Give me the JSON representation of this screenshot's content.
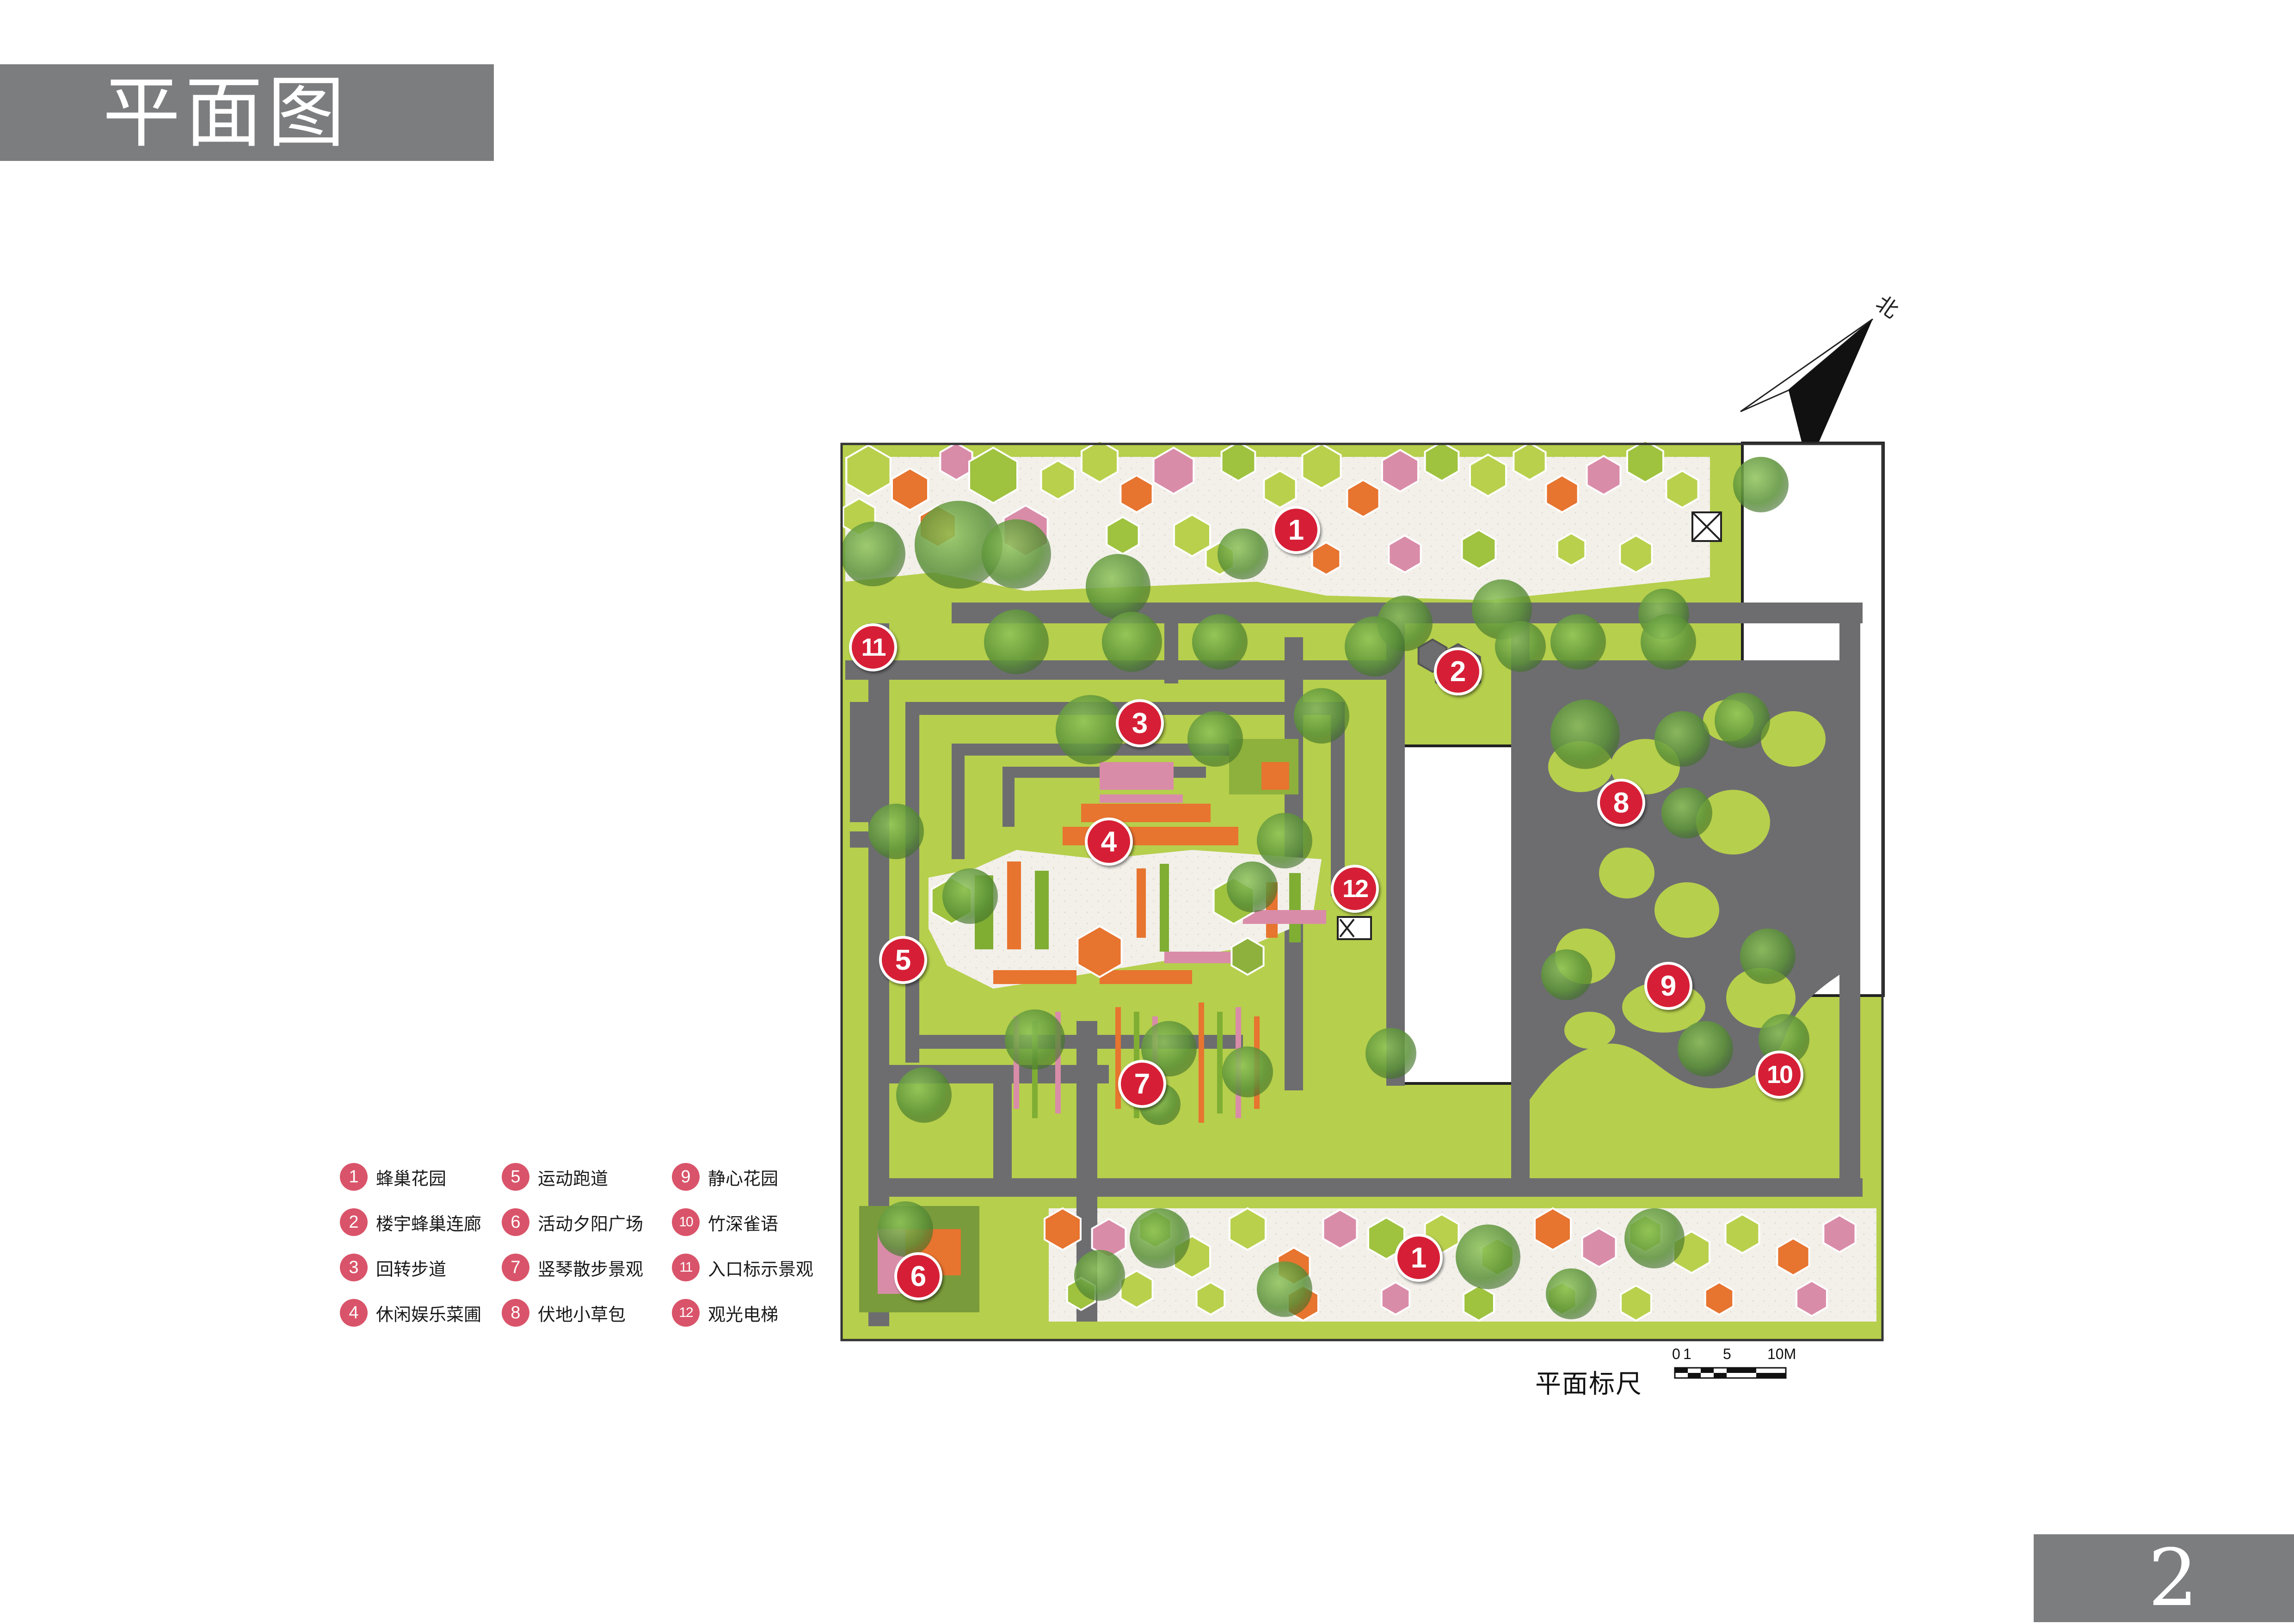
{
  "header": {
    "title": "平面图"
  },
  "page": {
    "number": "2"
  },
  "north": {
    "label": "北"
  },
  "markers": [
    {
      "id": "m1a",
      "label": "1"
    },
    {
      "id": "m1b",
      "label": "1"
    },
    {
      "id": "m2",
      "label": "2"
    },
    {
      "id": "m3",
      "label": "3"
    },
    {
      "id": "m4",
      "label": "4"
    },
    {
      "id": "m5",
      "label": "5"
    },
    {
      "id": "m6",
      "label": "6"
    },
    {
      "id": "m7",
      "label": "7"
    },
    {
      "id": "m8",
      "label": "8"
    },
    {
      "id": "m9",
      "label": "9"
    },
    {
      "id": "m10",
      "label": "10"
    },
    {
      "id": "m11",
      "label": "11"
    },
    {
      "id": "m12",
      "label": "12"
    }
  ],
  "legend": [
    {
      "num": "1",
      "label": "蜂巢花园"
    },
    {
      "num": "2",
      "label": "楼宇蜂巢连廊"
    },
    {
      "num": "3",
      "label": "回转步道"
    },
    {
      "num": "4",
      "label": "休闲娱乐菜圃"
    },
    {
      "num": "5",
      "label": "运动跑道"
    },
    {
      "num": "6",
      "label": "活动夕阳广场"
    },
    {
      "num": "7",
      "label": "竖琴散步景观"
    },
    {
      "num": "8",
      "label": "伏地小草包"
    },
    {
      "num": "9",
      "label": "静心花园"
    },
    {
      "num": "10",
      "label": "竹深雀语"
    },
    {
      "num": "11",
      "label": "入口标示景观"
    },
    {
      "num": "12",
      "label": "观光电梯"
    }
  ],
  "scale": {
    "label": "平面标尺",
    "ticks": [
      "0",
      "1",
      "5",
      "10M"
    ]
  },
  "colors": {
    "path": "#6f6f72",
    "lawn": "#b9d04d",
    "tree": "#5e9a3a",
    "hex_orange": "#e7742f",
    "hex_pink": "#d98ca8",
    "paving": "#f2efe8",
    "marker": "#d61f36"
  }
}
